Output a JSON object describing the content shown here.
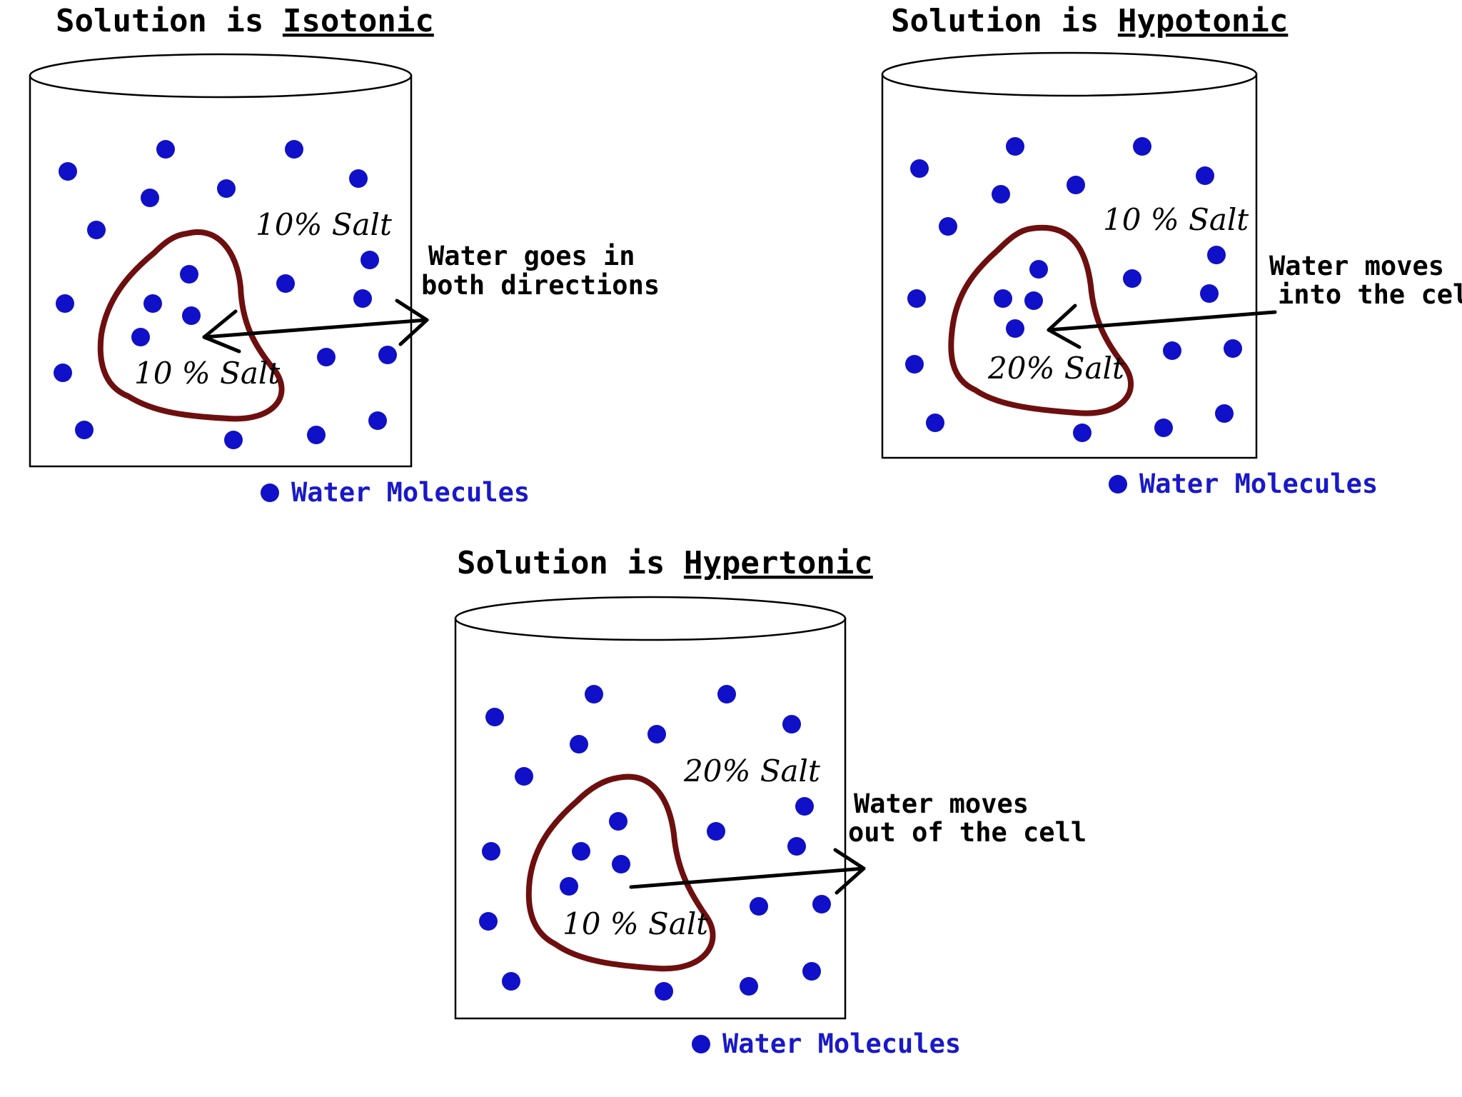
{
  "colors": {
    "water": "#1010c8",
    "cell_membrane": "#6e0f0f",
    "outline": "#000000",
    "legend_text": "#1919c8"
  },
  "panels": [
    {
      "id": "isotonic",
      "title_prefix": "Solution is ",
      "title_term": "Isotonic",
      "outside_label": "10% Salt",
      "inside_label": "10 % Salt",
      "note_lines": [
        "Water goes in",
        "both directions"
      ],
      "arrow": "both",
      "legend_label": "Water Molecules"
    },
    {
      "id": "hypotonic",
      "title_prefix": "Solution is ",
      "title_term": "Hypotonic",
      "outside_label": "10 % Salt",
      "inside_label": "20% Salt",
      "note_lines": [
        "Water moves",
        "into the cell"
      ],
      "arrow": "in",
      "legend_label": "Water Molecules"
    },
    {
      "id": "hypertonic",
      "title_prefix": "Solution is ",
      "title_term": "Hypertonic",
      "outside_label": "20% Salt",
      "inside_label": "10 % Salt",
      "note_lines": [
        "Water moves",
        "out of the cell"
      ],
      "arrow": "out",
      "legend_label": "Water Molecules"
    }
  ]
}
